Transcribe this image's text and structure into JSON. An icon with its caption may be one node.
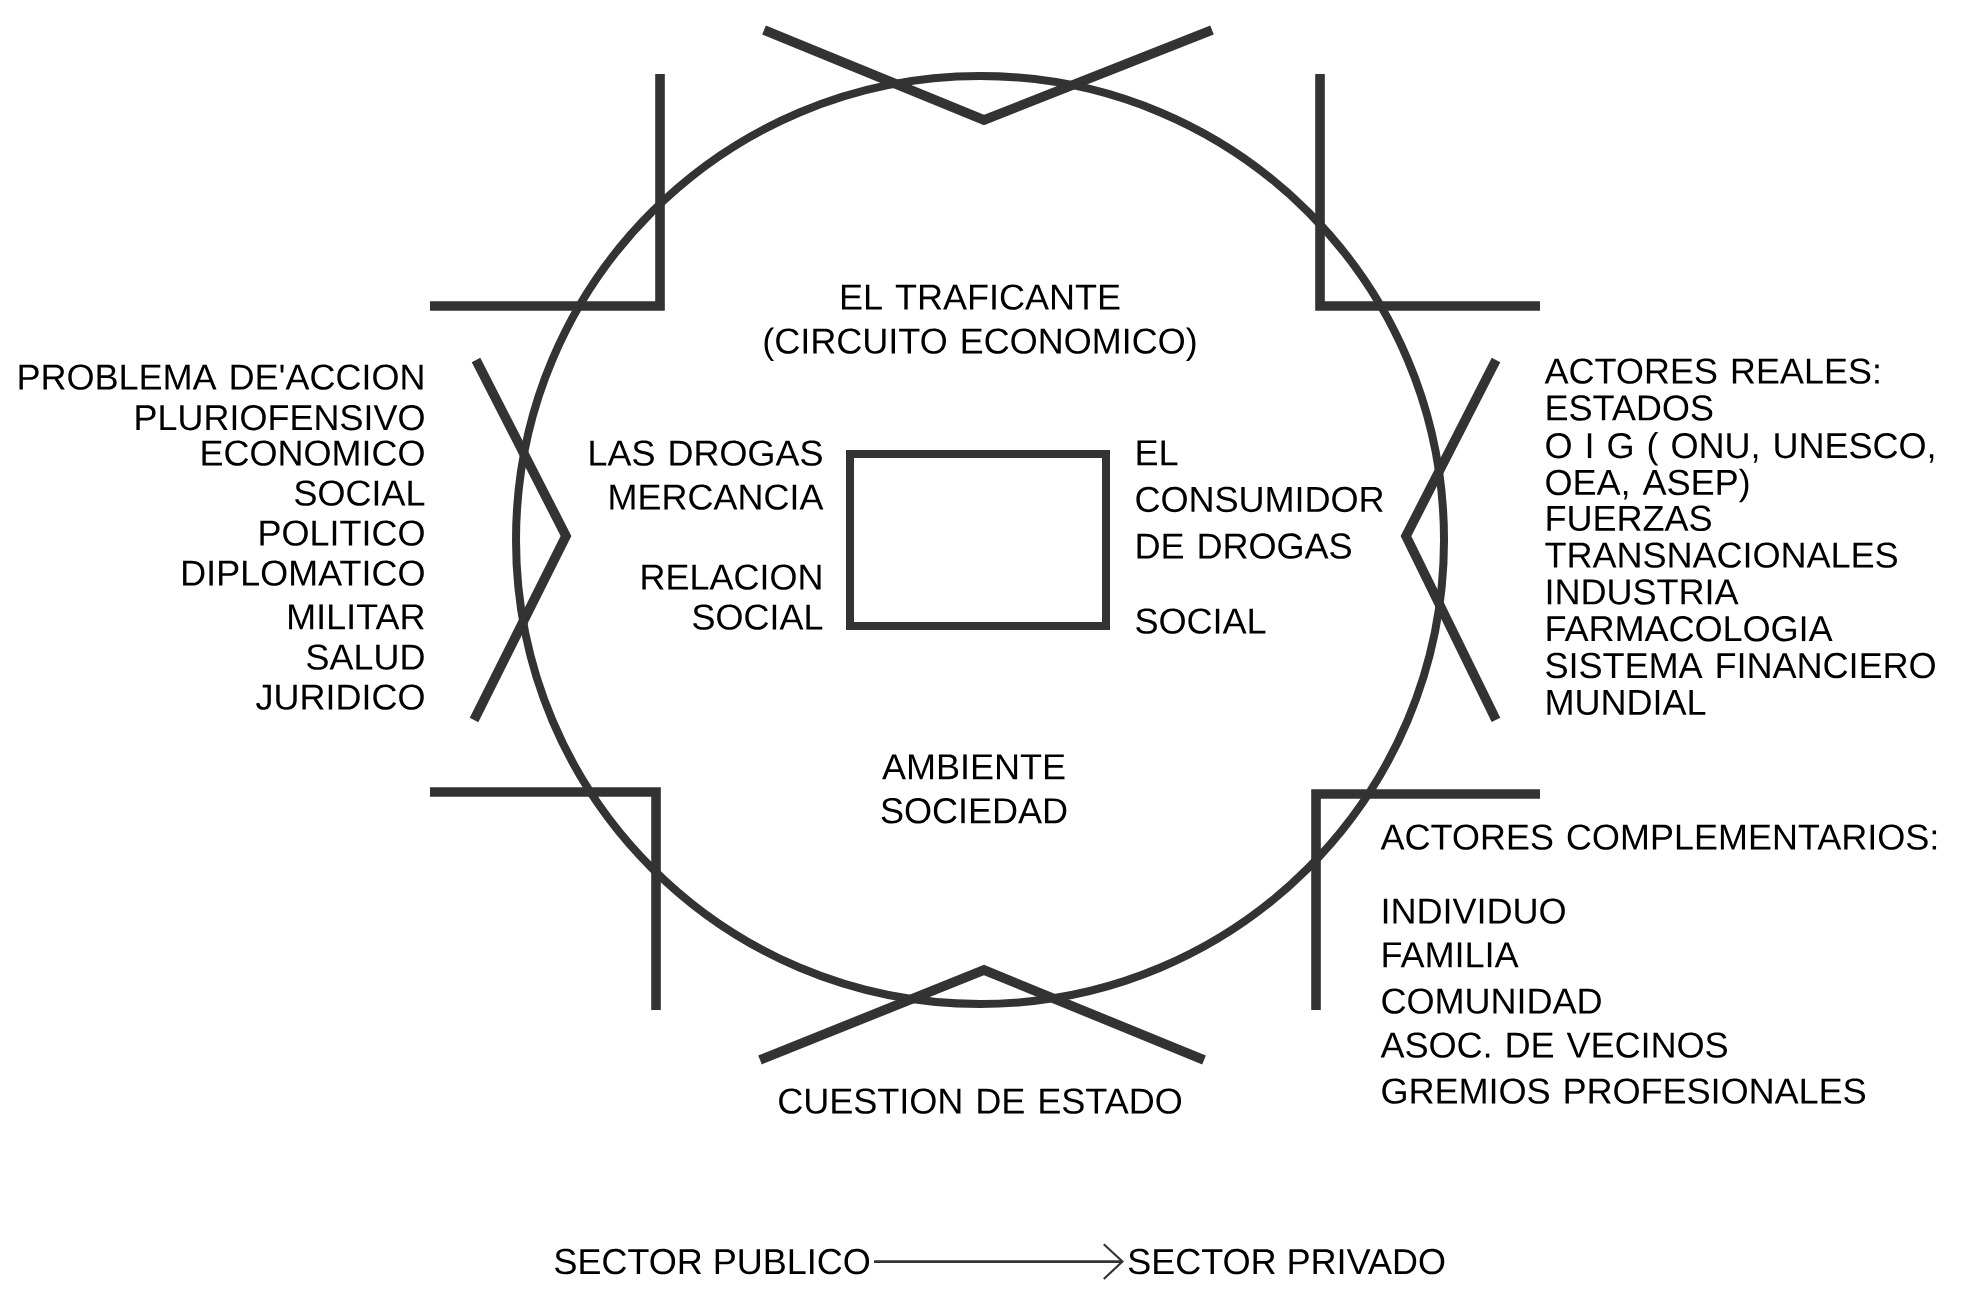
{
  "diagram": {
    "nodes": [
      {
        "text": [
          "EL TRAFICANTE (CIRCUITO ECONOMICO)",
          "AMBIENTE SOCIEDAD"
        ]
      },
      {
        "text": [],
        "shape": "box",
        "in": 0,
        "beside": [
          "LAS DROGAS MERCANCIA",
          "RELACION SOCIAL",
          "EL CONSUMIDOR DE DROGAS",
          "SOCIAL"
        ]
      },
      {
        "text": [
          "SECTOR PUBLICO"
        ]
      },
      {
        "text": [
          "SECTOR PRIVADO"
        ]
      }
    ],
    "edges": [
      {
        "from": 2,
        "to": 3,
        "arrow": "to"
      }
    ],
    "labels": [
      "PROBLEMA DE'ACCION PLURIOFENSIVO",
      "ECONOMICO",
      "SOCIAL",
      "POLITICO",
      "DIPLOMATICO",
      "MILITAR",
      "SALUD",
      "JURIDICO",
      "ACTORES REALES:",
      "ESTADOS",
      "O I G ( ONU, UNESCO, OEA, ASEP)",
      "FUERZAS TRANSNACIONALES",
      "INDUSTRIA FARMACOLOGIA",
      "SISTEMA FINANCIERO MUNDIAL",
      "ACTORES COMPLEMENTARIOS:",
      "INDIVIDUO",
      "FAMILIA",
      "COMUNIDAD",
      "ASOC. DE VECINOS",
      "GREMIOS PROFESIONALES",
      "CUESTION DE ESTADO"
    ]
  }
}
